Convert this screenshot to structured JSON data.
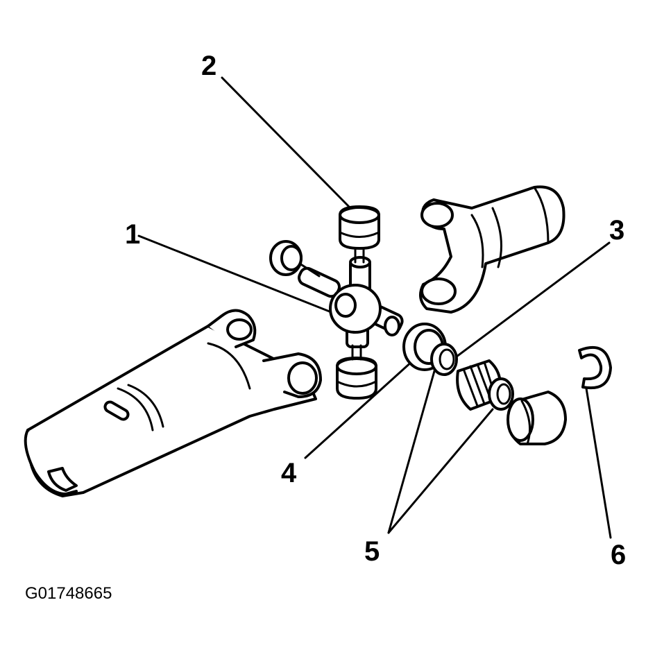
{
  "figure_code": "G01748665",
  "callouts": [
    {
      "id": "1",
      "label": "1"
    },
    {
      "id": "2",
      "label": "2"
    },
    {
      "id": "3",
      "label": "3"
    },
    {
      "id": "4",
      "label": "4"
    },
    {
      "id": "5",
      "label": "5"
    },
    {
      "id": "6",
      "label": "6"
    }
  ]
}
